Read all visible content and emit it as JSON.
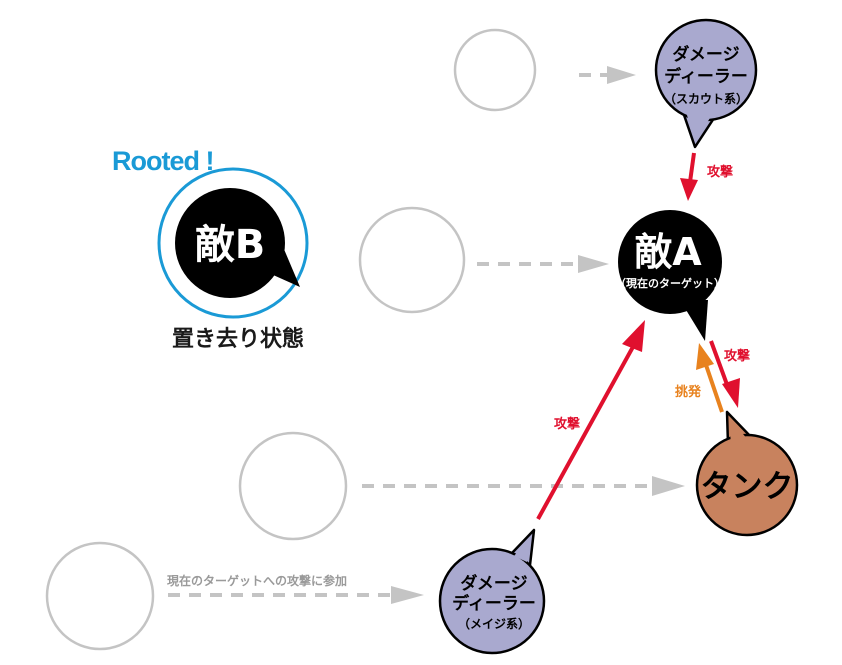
{
  "colors": {
    "attack": "#e0102e",
    "provoke": "#e8821e",
    "follow": "#c0c0c0",
    "rooted": "#1a9ad6",
    "enemy_fill": "#000000",
    "dps_fill": "#a9a9cf",
    "tank_fill": "#c8825e",
    "follow_text": "#9a9a9a"
  },
  "nodes": {
    "dps_scout": {
      "line1": "ダメージ",
      "line2": "ディーラー",
      "line3": "（スカウト系）"
    },
    "enemy_a": {
      "title": "敵A",
      "subtitle": "（現在のターゲット）"
    },
    "enemy_b": {
      "title": "敵B",
      "status": "Rooted !",
      "caption": "置き去り状態"
    },
    "tank": {
      "title": "タンク"
    },
    "dps_mage": {
      "line1": "ダメージ",
      "line2": "ディーラー",
      "line3": "（メイジ系）"
    }
  },
  "edges": {
    "scout_attack": "攻撃",
    "tank_attack": "攻撃",
    "tank_provoke": "挑発",
    "mage_attack": "攻撃",
    "follow_label": "現在のターゲットへの攻撃に参加"
  }
}
